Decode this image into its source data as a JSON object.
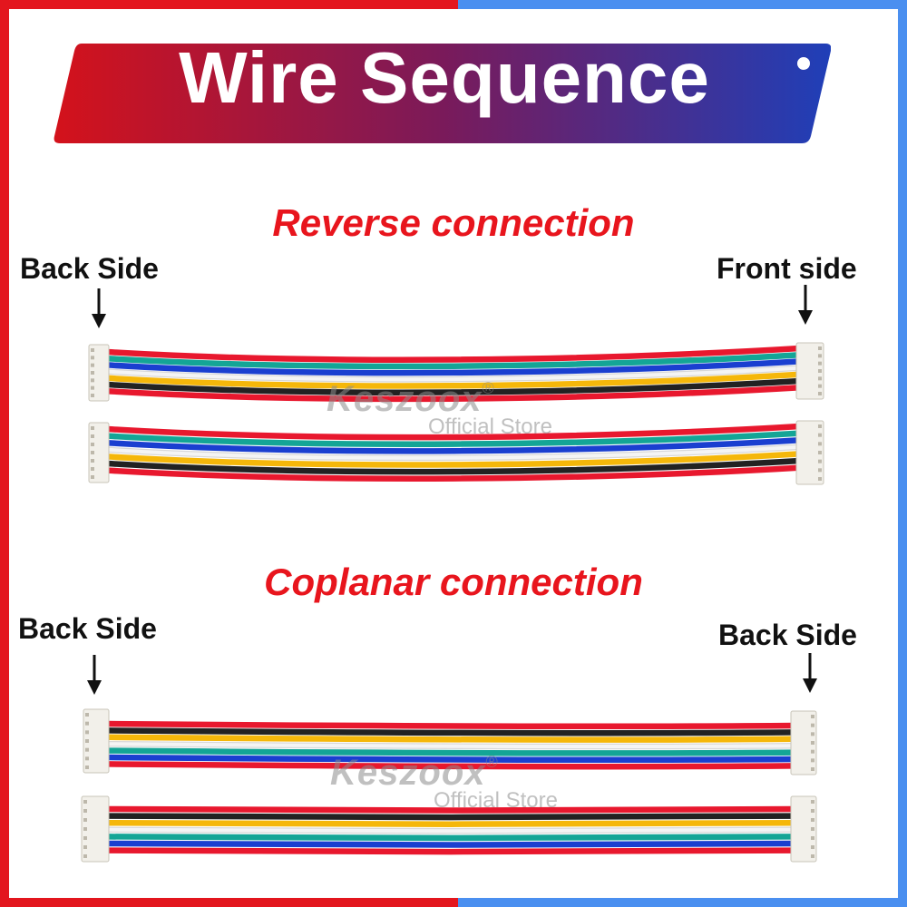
{
  "header": {
    "title": "Wire Sequence"
  },
  "colors": {
    "border_left": "#e3161e",
    "border_right": "#4a8ff0",
    "banner_start": "#d4121b",
    "banner_end": "#1f3fb8",
    "section_title": "#e8151d",
    "wire_red": "#e8182e",
    "wire_teal": "#14a596",
    "wire_blue": "#1a3fd0",
    "wire_white": "#f4f4f4",
    "wire_yellow": "#f5b70a",
    "wire_black": "#222222"
  },
  "reverse": {
    "title": "Reverse connection",
    "left_label": "Back Side",
    "right_label": "Front side"
  },
  "coplanar": {
    "title": "Coplanar connection",
    "left_label": "Back Side",
    "right_label": "Back Side"
  },
  "watermark": {
    "brand": "Keszoox",
    "registered": "®",
    "sub": "Official Store"
  }
}
